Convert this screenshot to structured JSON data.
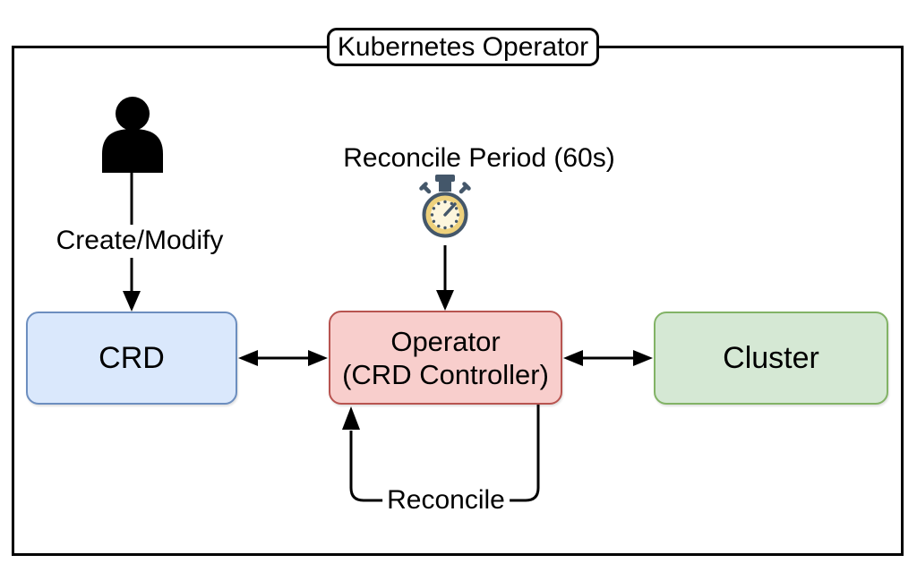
{
  "diagram": {
    "title": "Kubernetes Operator",
    "background": "#ffffff",
    "frame_color": "#000000",
    "edge_color": "#000000",
    "nodes": [
      {
        "id": "crd",
        "label": "CRD",
        "fill": "#dae8fc",
        "border": "#6c8ebf"
      },
      {
        "id": "operator",
        "label": "Operator",
        "sublabel": "(CRD Controller)",
        "fill": "#f8cecc",
        "border": "#b85450"
      },
      {
        "id": "cluster",
        "label": "Cluster",
        "fill": "#d5e8d4",
        "border": "#82b366"
      }
    ],
    "edges": [
      {
        "from": "user",
        "to": "crd",
        "label": "Create/Modify",
        "type": "arrow"
      },
      {
        "from": "timer",
        "to": "operator",
        "label": "Reconcile Period (60s)",
        "type": "arrow"
      },
      {
        "from": "crd",
        "to": "operator",
        "type": "double-arrow"
      },
      {
        "from": "operator",
        "to": "cluster",
        "type": "double-arrow"
      },
      {
        "from": "operator",
        "to": "operator",
        "label": "Reconcile",
        "type": "self-loop"
      }
    ],
    "icons": {
      "person": {
        "name": "person-icon",
        "color": "#000000"
      },
      "stopwatch": {
        "name": "stopwatch-icon",
        "outline": "#44576a",
        "ring": "#eed17c",
        "face": "#fdf6dd"
      }
    }
  }
}
